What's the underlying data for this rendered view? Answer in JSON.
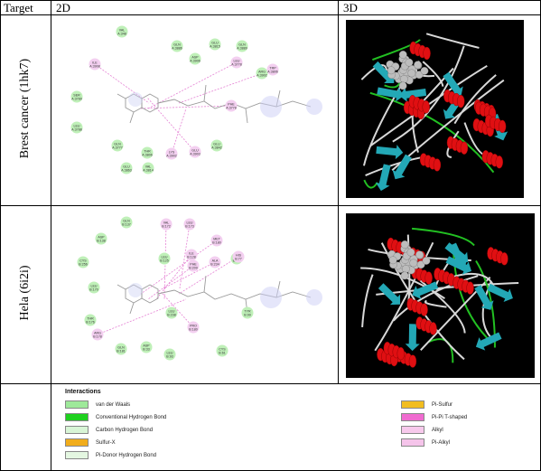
{
  "table": {
    "headers": [
      "Target",
      "2D",
      "3D"
    ],
    "rows": [
      {
        "target": "Brest cancer (1hk7)",
        "residues_2d": [
          {
            "label": "VAL",
            "num": "A:348",
            "type": "vdw"
          },
          {
            "label": "ILE",
            "num": "A:3908",
            "type": "alkyl"
          },
          {
            "label": "SER",
            "num": "A:3789",
            "type": "vdw"
          },
          {
            "label": "LEU",
            "num": "A:3788",
            "type": "vdw"
          },
          {
            "label": "GLN",
            "num": "A:3886",
            "type": "vdw"
          },
          {
            "label": "ASP",
            "num": "A:3906",
            "type": "vdw"
          },
          {
            "label": "GLU",
            "num": "A:3815",
            "type": "vdw"
          },
          {
            "label": "GLN",
            "num": "A:3889",
            "type": "vdw"
          },
          {
            "label": "LEU",
            "num": "A:3778",
            "type": "alkyl"
          },
          {
            "label": "ARG",
            "num": "A:3902",
            "type": "vdw"
          },
          {
            "label": "TRP",
            "num": "A:3806",
            "type": "alkyl"
          },
          {
            "label": "PHE",
            "num": "A:3778",
            "type": "alkyl"
          },
          {
            "label": "GLN",
            "num": "A:3777",
            "type": "vdw"
          },
          {
            "label": "THR",
            "num": "A:3806",
            "type": "vdw"
          },
          {
            "label": "LYS",
            "num": "A:3902",
            "type": "alkyl"
          },
          {
            "label": "GLU",
            "num": "A:3903",
            "type": "alkyl"
          },
          {
            "label": "GLU",
            "num": "A:3842",
            "type": "vdw"
          },
          {
            "label": "GLU",
            "num": "A:3863",
            "type": "vdw"
          },
          {
            "label": "VAL",
            "num": "A:3814",
            "type": "vdw"
          }
        ]
      },
      {
        "target": "Hela (6i2i)",
        "residues_2d": [
          {
            "label": "GLN",
            "num": "B:137",
            "type": "vdw"
          },
          {
            "label": "ASP",
            "num": "B:138",
            "type": "vdw"
          },
          {
            "label": "VAL",
            "num": "B:172",
            "type": "alkyl"
          },
          {
            "label": "LEU",
            "num": "B:173",
            "type": "alkyl"
          },
          {
            "label": "MET",
            "num": "B:180",
            "type": "alkyl"
          },
          {
            "label": "ILE",
            "num": "B:128",
            "type": "alkyl"
          },
          {
            "label": "LEU",
            "num": "B:125",
            "type": "vdw"
          },
          {
            "label": "LEU",
            "num": "B:111",
            "type": "vdw"
          },
          {
            "label": "PHE",
            "num": "B:209",
            "type": "alkyl"
          },
          {
            "label": "ALA",
            "num": "B:234",
            "type": "alkyl"
          },
          {
            "label": "HIS",
            "num": "B:77",
            "type": "alkyl"
          },
          {
            "label": "CYS",
            "num": "B:256",
            "type": "vdw"
          },
          {
            "label": "LEU",
            "num": "B:170",
            "type": "vdw"
          },
          {
            "label": "THR",
            "num": "B:176",
            "type": "vdw"
          },
          {
            "label": "ARG",
            "num": "B:178",
            "type": "alkyl"
          },
          {
            "label": "LEU",
            "num": "B:238",
            "type": "vdw"
          },
          {
            "label": "PRO",
            "num": "B:180",
            "type": "alkyl"
          },
          {
            "label": "GLN",
            "num": "B:181",
            "type": "vdw"
          },
          {
            "label": "ASP",
            "num": "B:33",
            "type": "vdw"
          },
          {
            "label": "LEU",
            "num": "B:93",
            "type": "vdw"
          },
          {
            "label": "CYS",
            "num": "B:61",
            "type": "vdw"
          },
          {
            "label": "TYR",
            "num": "B:99",
            "type": "vdw"
          }
        ]
      }
    ]
  },
  "legend": {
    "title": "Interactions",
    "left": [
      {
        "label": "van der Waals",
        "color": "#9ee99a"
      },
      {
        "label": "Conventional Hydrogen Bond",
        "color": "#1fd11f"
      },
      {
        "label": "Carbon Hydrogen Bond",
        "color": "#d8f5d6"
      },
      {
        "label": "Sulfur-X",
        "color": "#f1ad1c"
      },
      {
        "label": "Pi-Donor Hydrogen Bond",
        "color": "#e4f7e1"
      }
    ],
    "right": [
      {
        "label": "Pi-Sulfur",
        "color": "#f2bd1f"
      },
      {
        "label": "Pi-Pi T-shaped",
        "color": "#f06bd0"
      },
      {
        "label": "Alkyl",
        "color": "#f7c9ec"
      },
      {
        "label": "Pi-Alkyl",
        "color": "#f5c4ea"
      }
    ]
  },
  "colors": {
    "vdw": "#bff0b8",
    "alkyl": "#f3cff0",
    "pi_sigma": "#cfd2f5",
    "bond_line": "#e582d4",
    "mol_line": "#9a9a9a",
    "helix": "#e00f12",
    "sheet": "#23a8b6",
    "turn": "#22c022",
    "coil": "#d8d8d8",
    "ligand": "#bdbdbd"
  }
}
